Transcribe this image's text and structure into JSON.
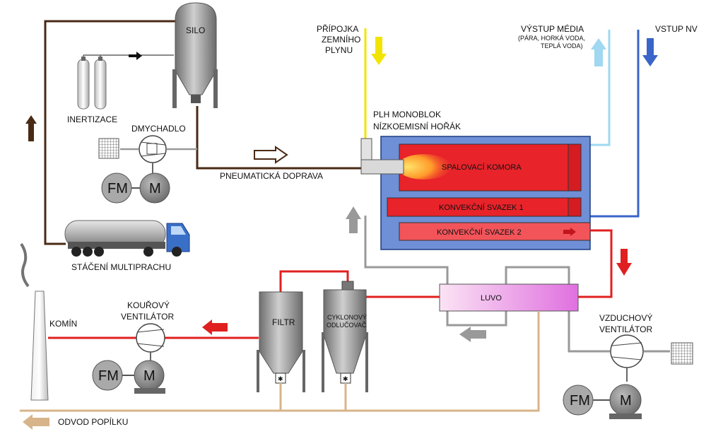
{
  "labels": {
    "silo": "SILO",
    "inertizace": "INERTIZACE",
    "dmychadlo": "DMYCHADLO",
    "pneumaticka_doprava": "PNEUMATICKÁ DOPRAVA",
    "staceni": "STÁČENÍ MULTIPRACHU",
    "pripojka_1": "PŘÍPOJKA",
    "pripojka_2": "ZEMNÍHO",
    "pripojka_3": "PLYNU",
    "plh_1": "PLH MONOBLOK",
    "plh_2": "NÍZKOEMISNÍ HOŘÁK",
    "spalovaci_komora": "SPALOVACÍ KOMORA",
    "konvekcni_1": "KONVEKČNÍ SVAZEK 1",
    "konvekcni_2": "KONVEKČNÍ SVAZEK 2",
    "vystup_media": "VÝSTUP MÉDIA",
    "vystup_media_sub1": "(PÁRA, HORKÁ VODA,",
    "vystup_media_sub2": "TEPLÁ VODA)",
    "vstup_nv": "VSTUP NV",
    "luvo": "LUVO",
    "filtr": "FILTR",
    "cyklon_1": "CYKLONOVÝ",
    "cyklon_2": "ODLUČOVAČ",
    "kourovy_1": "KOUŘOVÝ",
    "kourovy_2": "VENTILÁTOR",
    "komin": "KOMÍN",
    "vzduchovy_1": "VZDUCHOVÝ",
    "vzduchovy_2": "VENTILÁTOR",
    "odvod": "ODVOD POPÍLKU",
    "fm": "FM",
    "m": "M"
  },
  "colors": {
    "fuel_line": "#4a2a14",
    "gas_line": "#f2e400",
    "flue_gas": "#e02020",
    "air_line": "#999999",
    "water_out": "#9fd8f0",
    "water_in": "#3a64c8",
    "ash_line": "#d8b48a",
    "boiler_frame": "#6f8fd6",
    "chamber": "#e8232a"
  },
  "icons": [
    "gas-cylinder-icon",
    "silo-icon",
    "blower-icon",
    "filter-grid-icon",
    "tanker-truck-icon",
    "chimney-icon",
    "fan-icon",
    "motor-icon"
  ]
}
